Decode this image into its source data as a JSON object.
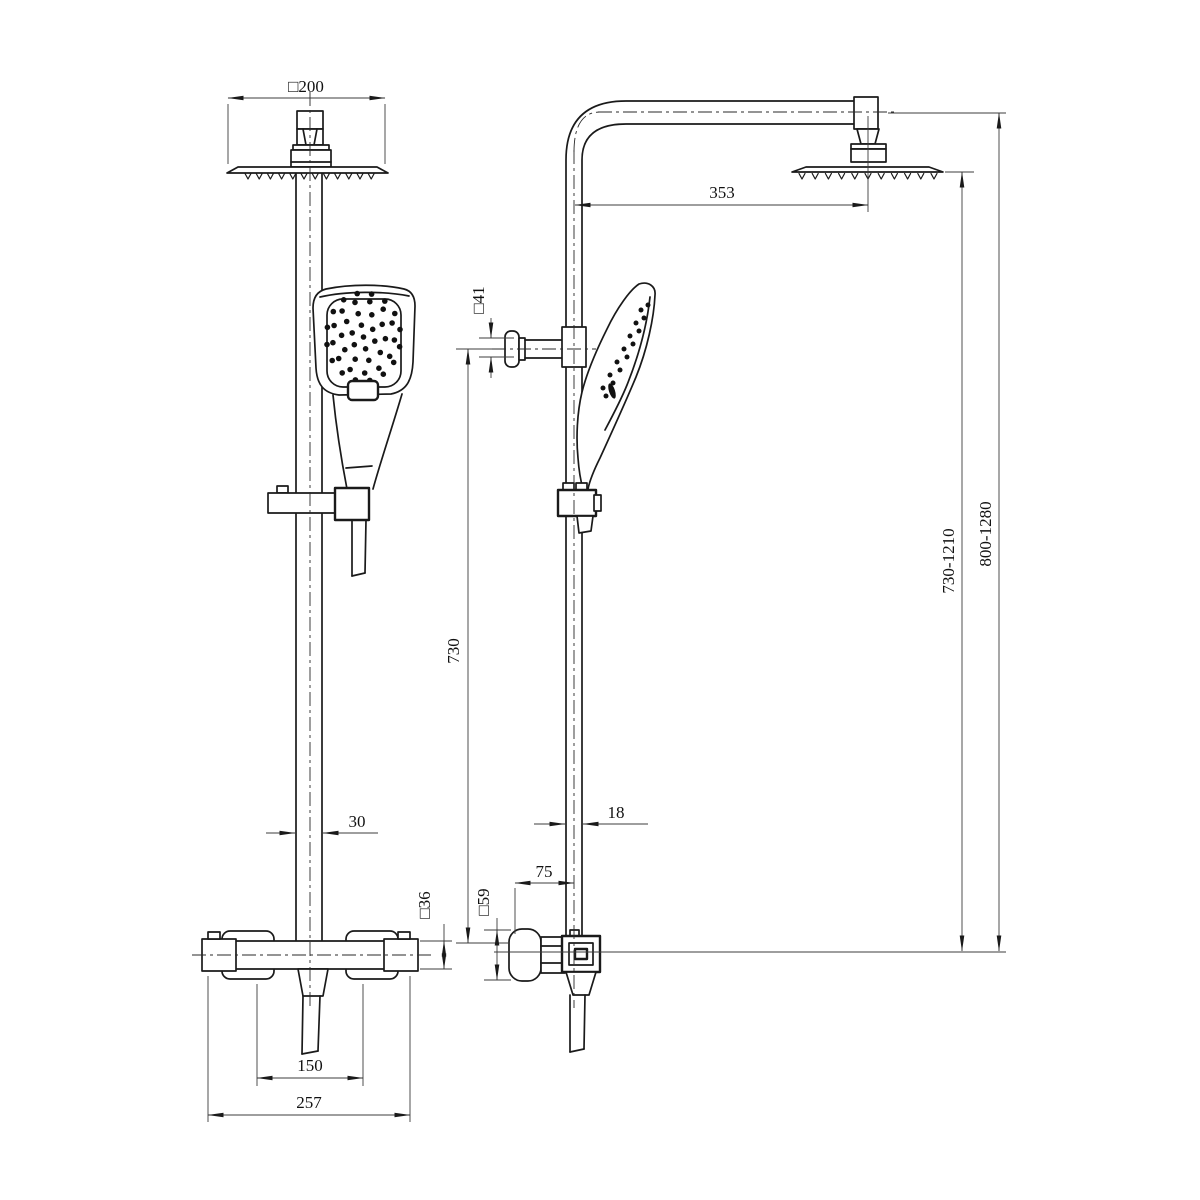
{
  "drawing": {
    "front_view": {
      "head_width": "□200",
      "pipe_width": "30",
      "valve_body_size": "□36",
      "inlet_spacing": "150",
      "valve_width": "257"
    },
    "side_view": {
      "arm_reach": "353",
      "bracket_size": "□41",
      "rail_length": "730",
      "pipe_depth": "18",
      "wall_distance": "75",
      "escutcheon_size": "□59",
      "height_to_head_range": "730-1210",
      "height_to_arm_range": "800-1280"
    },
    "colors": {
      "line": "#1a1a1a",
      "dimension_line": "#3c3c3c",
      "background": "#ffffff"
    }
  }
}
